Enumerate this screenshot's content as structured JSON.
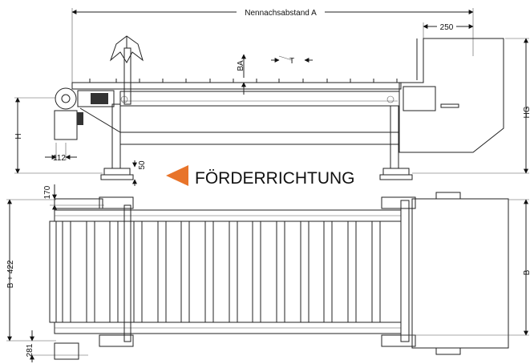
{
  "dimensions": {
    "centre_distance": "Nennachsabstand A",
    "hopper_width": "250",
    "pitch": "T",
    "belt_height": "BA",
    "overall_height": "HG",
    "height": "H",
    "drive_offset": "112",
    "foot_height": "50",
    "offset_top": "170",
    "total_width": "B + 422",
    "width": "B",
    "offset_bottom": "281"
  },
  "direction_label": "FÖRDERRICHTUNG",
  "colors": {
    "arrow": "#E8742A",
    "line": "#222222",
    "fill": "#ffffff"
  }
}
